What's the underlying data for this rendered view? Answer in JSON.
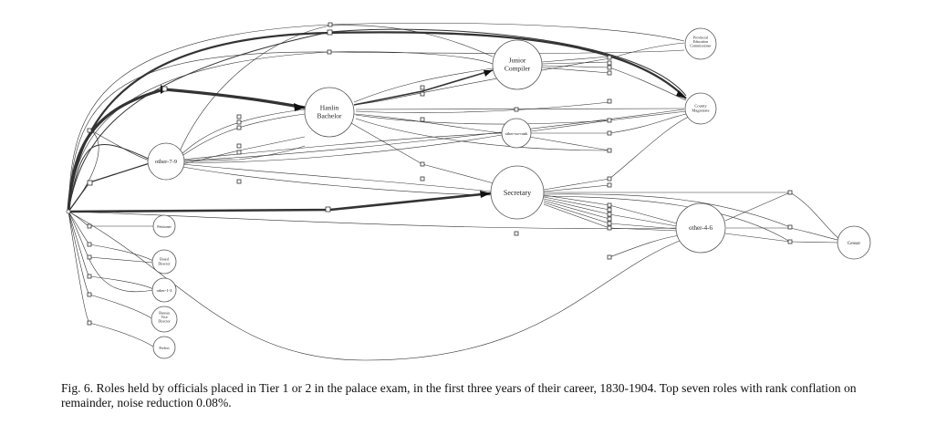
{
  "figure": {
    "caption": "Fig. 6.  Roles held by officials placed in Tier 1 or 2 in the palace exam, in the first three years of their career, 1830-1904. Top seven roles with rank conflation on remainder, noise reduction 0.08%."
  },
  "nodes": [
    {
      "id": "start",
      "label": ""
    },
    {
      "id": "hanlin",
      "label": "Hanlin Bachelor"
    },
    {
      "id": "junior",
      "label": "Junior Compiler"
    },
    {
      "id": "secretary",
      "label": "Secretary"
    },
    {
      "id": "other79",
      "label": "other-7-9"
    },
    {
      "id": "othernorank",
      "label": "other-no-rank"
    },
    {
      "id": "other46",
      "label": "other-4-6"
    },
    {
      "id": "county",
      "label": "County Magistrate"
    },
    {
      "id": "provincial",
      "label": "Provincial Education Commissioner"
    },
    {
      "id": "censor",
      "label": "Censor"
    },
    {
      "id": "petitioner",
      "label": "Petitioner"
    },
    {
      "id": "board",
      "label": "Board Director"
    },
    {
      "id": "other13",
      "label": "other-1-3"
    },
    {
      "id": "bureau",
      "label": "Bureau Vice Director"
    },
    {
      "id": "prefect",
      "label": "Prefect"
    }
  ],
  "edges": [
    {
      "from": "start",
      "to": "hanlin",
      "weight": "heavy"
    },
    {
      "from": "start",
      "to": "secretary",
      "weight": "heavy"
    },
    {
      "from": "start",
      "to": "county",
      "weight": "heavy"
    },
    {
      "from": "start",
      "to": "other79",
      "weight": "medium"
    },
    {
      "from": "hanlin",
      "to": "junior",
      "weight": "medium"
    },
    {
      "from": "other79",
      "to": "secretary",
      "weight": "medium"
    },
    {
      "from": "start",
      "to": "junior",
      "weight": "thin"
    },
    {
      "from": "start",
      "to": "provincial",
      "weight": "thin"
    },
    {
      "from": "start",
      "to": "other46",
      "weight": "thin"
    },
    {
      "from": "start",
      "to": "petitioner",
      "weight": "thin"
    },
    {
      "from": "start",
      "to": "board",
      "weight": "thin"
    },
    {
      "from": "start",
      "to": "other13",
      "weight": "thin"
    },
    {
      "from": "start",
      "to": "bureau",
      "weight": "thin"
    },
    {
      "from": "start",
      "to": "prefect",
      "weight": "thin"
    },
    {
      "from": "hanlin",
      "to": "county",
      "weight": "thin"
    },
    {
      "from": "hanlin",
      "to": "othernorank",
      "weight": "thin"
    },
    {
      "from": "hanlin",
      "to": "secretary",
      "weight": "thin"
    },
    {
      "from": "other79",
      "to": "hanlin",
      "weight": "thin"
    },
    {
      "from": "other79",
      "to": "othernorank",
      "weight": "thin"
    },
    {
      "from": "other79",
      "to": "junior",
      "weight": "thin"
    },
    {
      "from": "secretary",
      "to": "other46",
      "weight": "thin"
    },
    {
      "from": "secretary",
      "to": "censor",
      "weight": "thin"
    },
    {
      "from": "other46",
      "to": "censor",
      "weight": "thin"
    },
    {
      "from": "othernorank",
      "to": "county",
      "weight": "thin"
    },
    {
      "from": "junior",
      "to": "provincial",
      "weight": "thin"
    },
    {
      "from": "secretary",
      "to": "county",
      "weight": "thin"
    }
  ]
}
